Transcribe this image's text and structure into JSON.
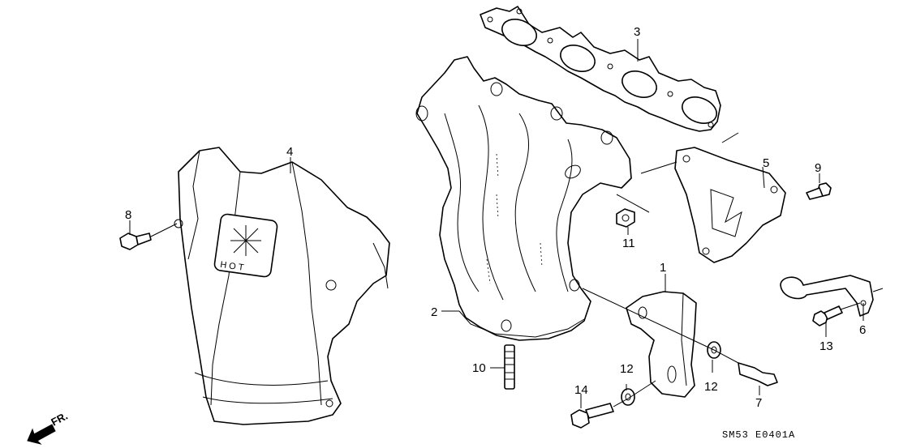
{
  "callouts": [
    {
      "id": "1",
      "text": "1"
    },
    {
      "id": "2",
      "text": "2"
    },
    {
      "id": "3",
      "text": "3"
    },
    {
      "id": "4",
      "text": "4"
    },
    {
      "id": "5",
      "text": "5"
    },
    {
      "id": "6",
      "text": "6"
    },
    {
      "id": "7",
      "text": "7"
    },
    {
      "id": "8",
      "text": "8"
    },
    {
      "id": "9",
      "text": "9"
    },
    {
      "id": "10",
      "text": "10"
    },
    {
      "id": "11",
      "text": "11"
    },
    {
      "id": "12a",
      "text": "12"
    },
    {
      "id": "12b",
      "text": "12"
    },
    {
      "id": "13",
      "text": "13"
    },
    {
      "id": "14",
      "text": "14"
    }
  ],
  "heat_shield_logo_text": "HOT",
  "direction_label": "FR.",
  "diagram_code": "SM53  E0401A"
}
